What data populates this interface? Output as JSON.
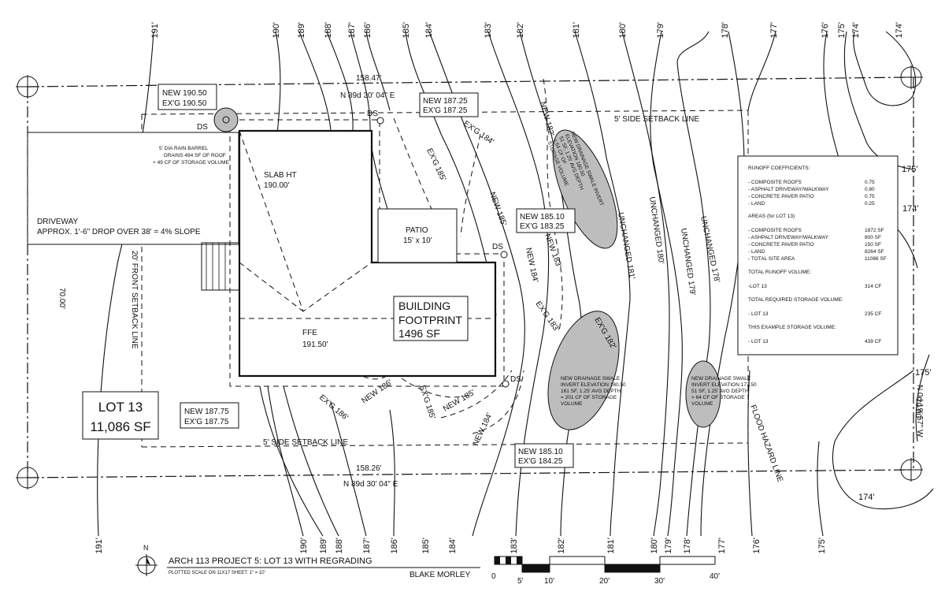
{
  "drawing": {
    "project_title": "ARCH 113 PROJECT 5:  LOT 13 WITH REGRADING",
    "plotted_scale": "PLOTTED SCALE ON 11X17 SHEET: 1\" = 10'",
    "author": "BLAKE MORLEY",
    "north_label": "N"
  },
  "scale_bar": {
    "labels": [
      "0",
      "5'",
      "10'",
      "20'",
      "30'",
      "40'"
    ]
  },
  "contours_top": [
    "191'",
    "190'",
    "189'",
    "188'",
    "187'",
    "186'",
    "185'",
    "184'",
    "183'",
    "182'",
    "181'",
    "180'",
    "179'",
    "178'",
    "177'",
    "176'",
    "175'",
    "174'",
    "174'"
  ],
  "contours_bottom": [
    "191'",
    "190'",
    "189'",
    "188'",
    "187'",
    "186'",
    "185'",
    "184'",
    "183'",
    "182'",
    "181'",
    "180'",
    "179'",
    "178'",
    "177'",
    "176'",
    "175'"
  ],
  "contours_right": [
    "175'",
    "174'",
    "175'",
    "174'"
  ],
  "site": {
    "top_boundary_length": "158.47'",
    "top_boundary_bearing": "N 89d 30' 04\" E",
    "bottom_boundary_length": "158.26'",
    "bottom_boundary_bearing": "N 89d 30' 04\" E",
    "left_boundary_length": "70.00'",
    "right_boundary_length": "70.00'",
    "right_boundary_bearing": "N 0d 19' 57\" W",
    "side_setback_top": "5' SIDE SETBACK LINE",
    "side_setback_bottom": "5' SIDE SETBACK LINE",
    "front_setback": "20' FRONT SETBACK LINE",
    "flood_hazard": "FLOOD HAZARD LINE",
    "lot_name": "LOT 13",
    "lot_area": "11,086 SF"
  },
  "building": {
    "slab_label": "SLAB HT",
    "slab_value": "190.00'",
    "ffe_label": "FFE",
    "ffe_value": "191.50'",
    "footprint_line1": "BUILDING",
    "footprint_line2": "FOOTPRINT",
    "footprint_area": "1496 SF",
    "patio_label": "PATIO",
    "patio_size": "15' x 10'"
  },
  "driveway": {
    "title": "DRIVEWAY",
    "note": "APPROX. 1'-6\" DROP OVER 38' = 4% SLOPE"
  },
  "downspouts": [
    "DS",
    "DS",
    "DS",
    "DS"
  ],
  "rain_barrel": [
    "5' DIA RAIN BARREL",
    "DRAINS 494 SF OF ROOF",
    "+ 49 CF OF STORAGE VOLUME"
  ],
  "spot_elevations": [
    {
      "new": "NEW 190.50",
      "exg": "EX'G 190.50"
    },
    {
      "new": "NEW 187.25",
      "exg": "EX'G 187.25"
    },
    {
      "new": "NEW 185.10",
      "exg": "EX'G 183.25"
    },
    {
      "new": "NEW 187.75",
      "exg": "EX'G 187.75"
    },
    {
      "new": "NEW 185.10",
      "exg": "EX'G 184.25"
    }
  ],
  "contour_tags": {
    "exg185": "EX'G 185'",
    "exg184": "EX'G 184'",
    "new182": "NEW 182'",
    "new185": "NEW 185'",
    "new183": "NEW 183'",
    "new184": "NEW 184'",
    "exg183": "EX'G 183'",
    "exg182": "EX'G 182'",
    "unch181": "UNCHANGED 181'",
    "unch180": "UNCHANGED 180'",
    "unch179": "UNCHANGED 179'",
    "unch178": "UNCHANGED 178'",
    "new186": "NEW 186'",
    "exg186": "EX'G 186'",
    "exg185b": "EX'G 185'",
    "new185b": "NEW 185'",
    "new184b": "NEW 184'"
  },
  "swales": {
    "top": [
      "NEW DRAINAGE SWALE INVERT",
      "ELEVATION 180.50",
      "51 SF, 1.25' AVG DEPTH",
      "= 64 CF OF",
      "STORAGE VOLUME"
    ],
    "middle": [
      "NEW DRAINAGE SWALE",
      "INVERT ELEVATION 180.50",
      "161 SF, 1.25' AVG DEPTH",
      "= 201 CF OF STORAGE",
      "VOLUME"
    ],
    "right": [
      "NEW DRAINAGE SWALE",
      "INVERT ELEVATION 177.50",
      "51 SF, 1.25' AVG DEPTH",
      "= 64 CF OF STORAGE",
      "VOLUME"
    ]
  },
  "runoff_table": {
    "title": "RUNOFF COEFFICIENTS:",
    "coefficients": [
      {
        "label": "- COMPOSITE ROOFS",
        "value": "0.75"
      },
      {
        "label": "- ASPHALT DRIVEWAY/WALKWAY",
        "value": "0.80"
      },
      {
        "label": "- CONCRETE PAVER PATIO",
        "value": "0.75"
      },
      {
        "label": "- LAND",
        "value": "0.25"
      }
    ],
    "areas_title": "AREAS (for LOT 13)",
    "areas": [
      {
        "label": "- COMPOSITE ROOFS",
        "value": "1872 SF"
      },
      {
        "label": "- ASHPALT DRIVEWAY/WALKWAY",
        "value": "800 SF"
      },
      {
        "label": "- CONCRETE PAVER PATIO",
        "value": "150 SF"
      },
      {
        "label": "- LAND",
        "value": "8264 SF"
      },
      {
        "label": "- TOTAL SITE AREA",
        "value": "11086 SF"
      }
    ],
    "runoff_title": "TOTAL RUNOFF VOLUME:",
    "runoff": {
      "label": "-LOT 13",
      "value": "314 CF"
    },
    "required_title": "TOTAL REQUIRED STORAGE VOLUME:",
    "required": {
      "label": "- LOT 13",
      "value": "235 CF"
    },
    "example_title": "THIS EXAMPLE STORAGE VOLUME:",
    "example": {
      "label": "- LOT 13",
      "value": "439 CF"
    }
  }
}
